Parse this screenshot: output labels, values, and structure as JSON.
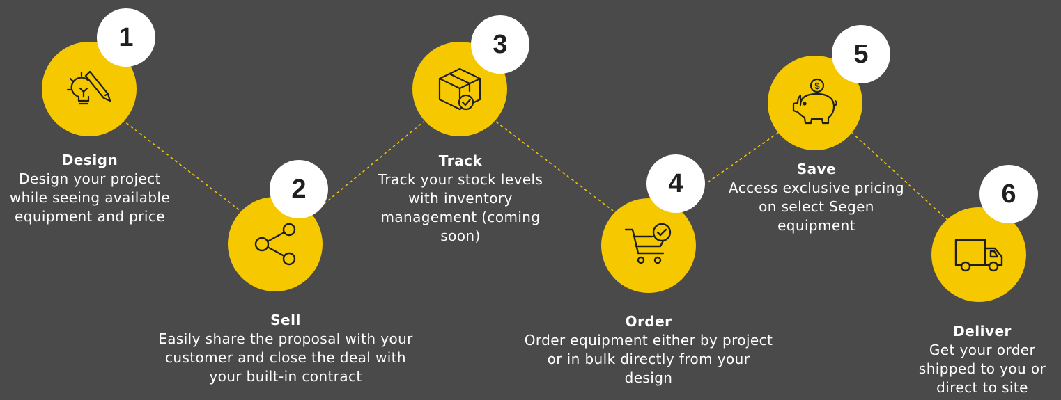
{
  "accent_color": "#f5c800",
  "background_color": "#4a4a4a",
  "steps": [
    {
      "number": "1",
      "title": "Design",
      "icon": "lightbulb-pencil-icon",
      "description": "Design your project while seeing available equipment and price"
    },
    {
      "number": "2",
      "title": "Sell",
      "icon": "share-icon",
      "description": "Easily share the proposal with your customer and close the deal with your built-in contract"
    },
    {
      "number": "3",
      "title": "Track",
      "icon": "box-check-icon",
      "description": "Track your stock levels with inventory management (coming soon)"
    },
    {
      "number": "4",
      "title": "Order",
      "icon": "cart-check-icon",
      "description": "Order equipment either by project or in bulk directly from your design"
    },
    {
      "number": "5",
      "title": "Save",
      "icon": "piggy-bank-icon",
      "description": "Access exclusive pricing on select Segen equipment"
    },
    {
      "number": "6",
      "title": "Deliver",
      "icon": "truck-icon",
      "description": "Get your order shipped to you or direct to site"
    }
  ]
}
